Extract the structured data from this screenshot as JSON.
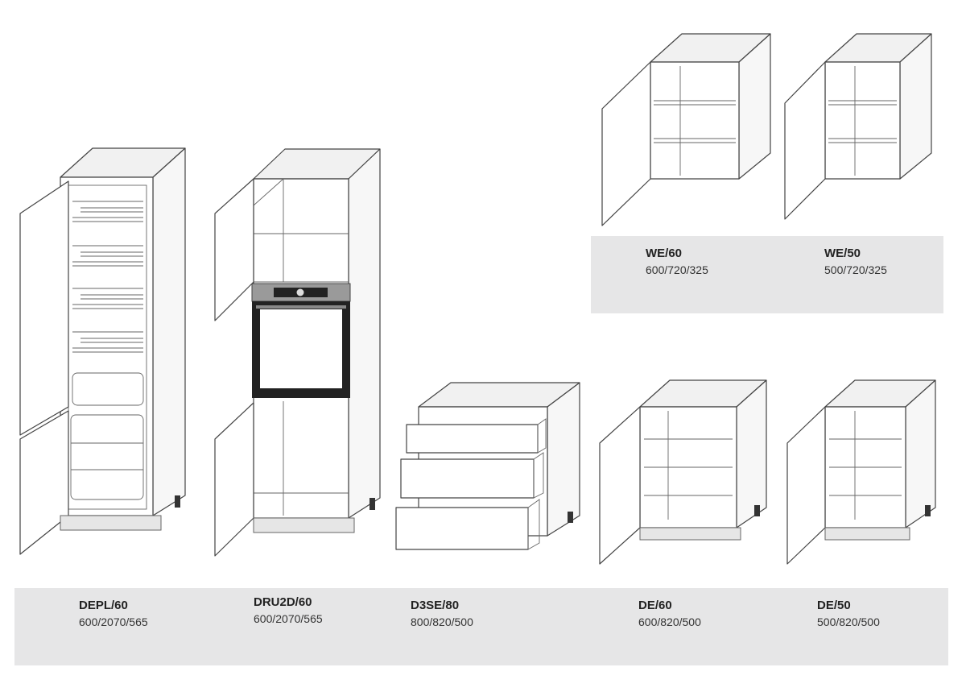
{
  "cabinets": [
    {
      "code": "DEPL/60",
      "dims": "600/2070/565"
    },
    {
      "code": "DRU2D/60",
      "dims": "600/2070/565"
    },
    {
      "code": "D3SE/80",
      "dims": "800/820/500"
    },
    {
      "code": "DE/60",
      "dims": "600/820/500"
    },
    {
      "code": "DE/50",
      "dims": "500/820/500"
    },
    {
      "code": "WE/60",
      "dims": "600/720/325"
    },
    {
      "code": "WE/50",
      "dims": "500/720/325"
    }
  ]
}
